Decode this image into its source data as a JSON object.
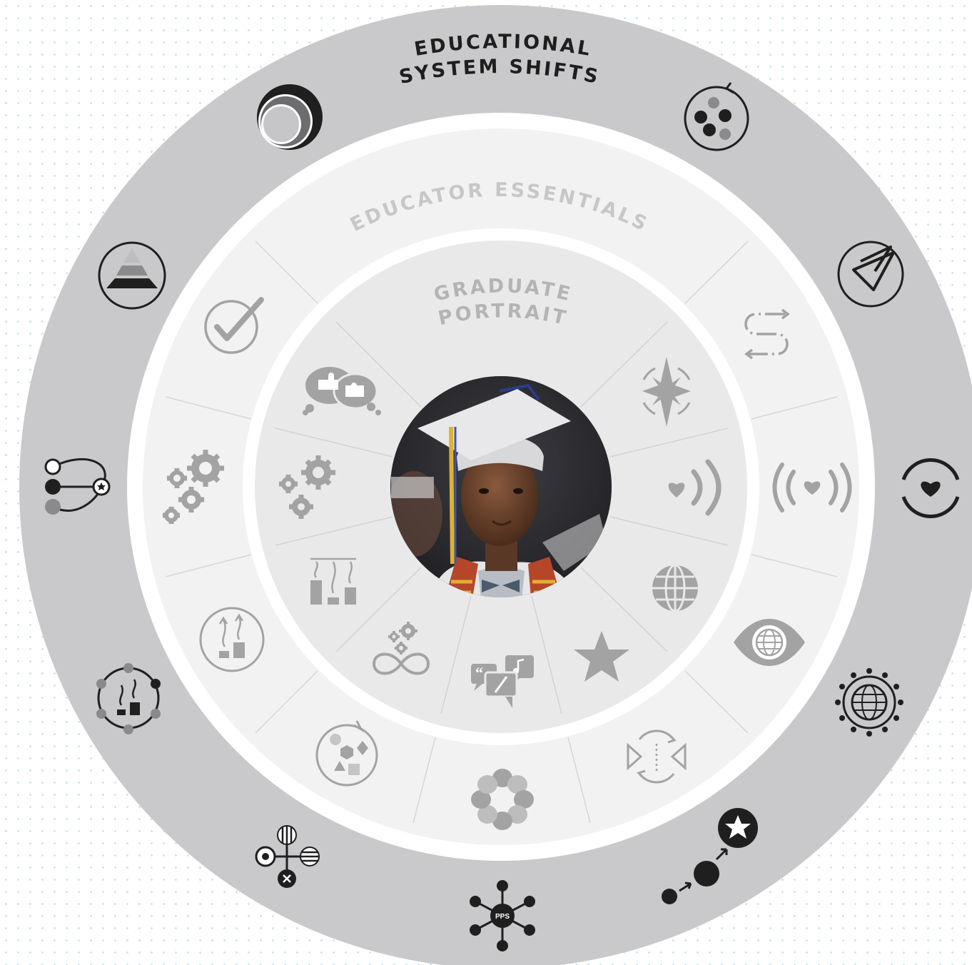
{
  "outer_ring": {
    "title_line1": "EDUCATIONAL",
    "title_line2": "SYSTEM SHIFTS",
    "color": "#c9c9cb",
    "icon_color": "#222222",
    "icons": [
      "concentric-circles-icon",
      "rotating-dots-icon",
      "paper-planes-icon",
      "heart-cycle-icon",
      "globe-gear-icon",
      "progress-star-path-icon",
      "pps-network-icon",
      "crossroads-icon",
      "rising-bars-network-icon",
      "pathway-network-icon",
      "layered-pyramid-icon"
    ]
  },
  "middle_ring": {
    "title": "EDUCATOR ESSENTIALS",
    "color": "#f2f2f2",
    "icon_color": "#a3a3a3",
    "icons": [
      "check-circle-icon",
      "winding-path-icon",
      "heart-signal-icon",
      "globe-eye-icon",
      "reflection-cycle-icon",
      "flower-icon",
      "shapes-cycle-icon",
      "growth-circle-icon",
      "gears-icon"
    ]
  },
  "inner_ring": {
    "title_line1": "GRADUATE",
    "title_line2": "PORTRAIT",
    "color": "#e9e9ea",
    "icon_color": "#a3a3a3",
    "icons": [
      "compass-star-icon",
      "heart-broadcast-icon",
      "globe-icon",
      "star-icon",
      "speech-bubbles-icon",
      "gears-infinity-icon",
      "rising-bars-icon",
      "gears-icon",
      "puzzle-thought-icon"
    ]
  },
  "center": {
    "subject": "graduate-photo"
  }
}
